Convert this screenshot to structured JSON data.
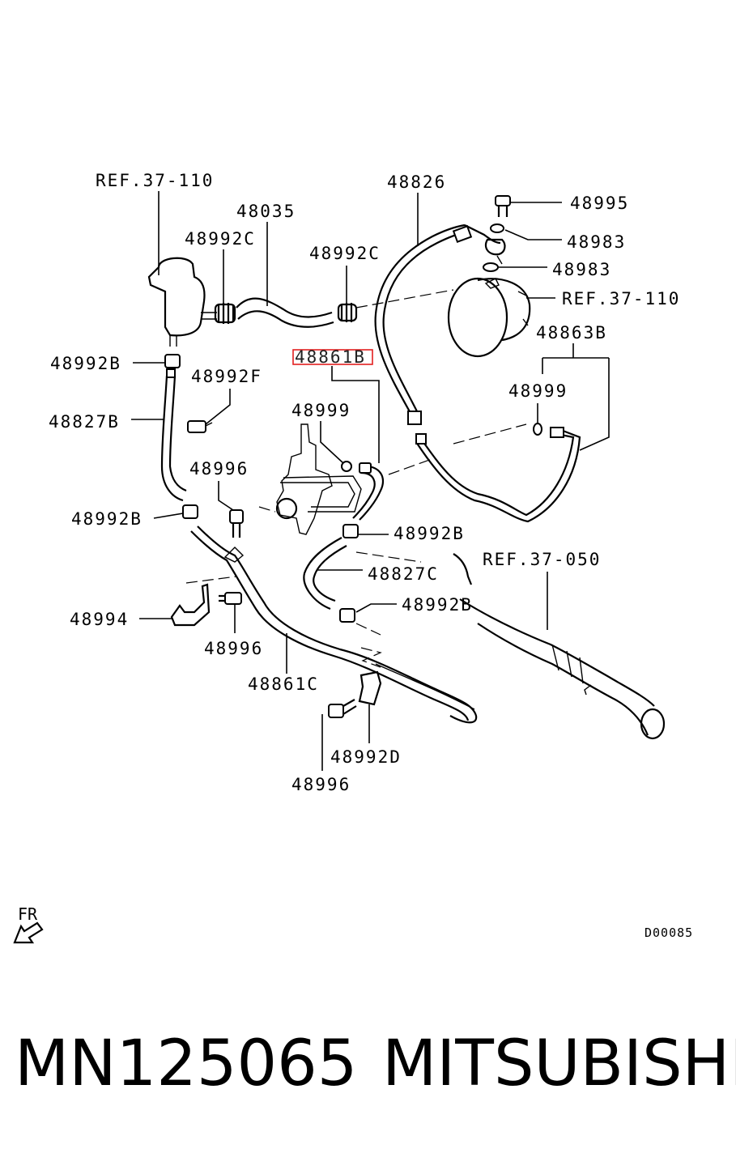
{
  "labels": {
    "ref_37_110_top": "REF.37-110",
    "p48035": "48035",
    "p48992c_left": "48992C",
    "p48992c_right": "48992C",
    "p48826": "48826",
    "p48995": "48995",
    "p48983_a": "48983",
    "p48983_b": "48983",
    "ref_37_110_right": "REF.37-110",
    "p48863b": "48863B",
    "p48999_right": "48999",
    "p48992b_1": "48992B",
    "p48861b": "48861B",
    "p48992f": "48992F",
    "p48827b": "48827B",
    "p48999_mid": "48999",
    "p48996_1": "48996",
    "p48992b_2": "48992B",
    "p48992b_3": "48992B",
    "ref_37_050": "REF.37-050",
    "p48827c": "48827C",
    "p48992b_4": "48992B",
    "p48994": "48994",
    "p48996_2": "48996",
    "p48861c": "48861C",
    "p48992d": "48992D",
    "p48996_3": "48996"
  },
  "highlighted_part": "48861B",
  "highlight_color": "#e22020",
  "front_indicator": "FR",
  "diagram_code": "D00085",
  "footer": {
    "part_number": "MN125065",
    "brand": "MITSUBISHI"
  }
}
